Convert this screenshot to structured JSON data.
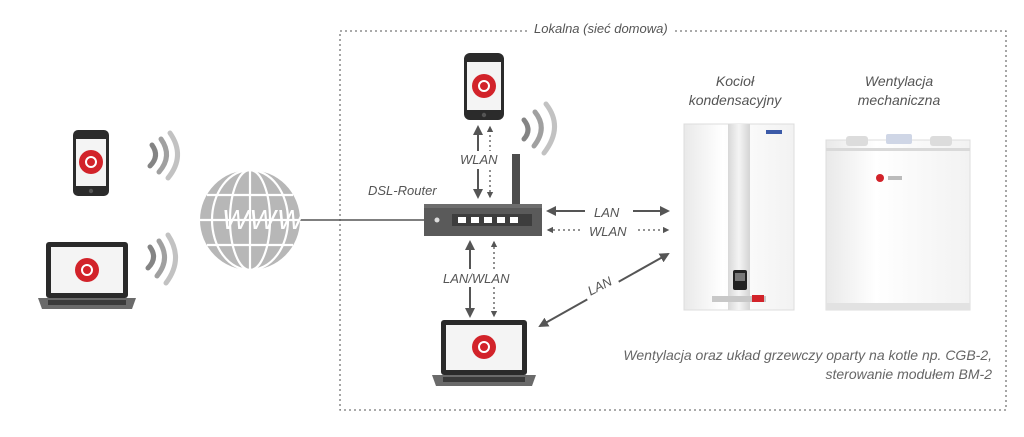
{
  "title": "Lokalna (sieć domowa)",
  "internet_label": "WWW",
  "router_label": "DSL-Router",
  "connections": {
    "wlan_top": "WLAN",
    "lan_right": "LAN",
    "wlan_right": "WLAN",
    "lan_wlan": "LAN/WLAN",
    "lan_diagonal": "LAN"
  },
  "devices": {
    "boiler_label": "Kocioł kondensacyjny",
    "ventilation_label": "Wentylacja mechaniczna"
  },
  "caption": "Wentylacja oraz układ grzewczy oparty na kotle np. CGB-2, sterowanie modułem BM-2",
  "colors": {
    "brand_red": "#d2232a",
    "device_dark": "#333333",
    "globe": "#b5b5b5",
    "router": "#5a5a5a",
    "text": "#555555"
  }
}
